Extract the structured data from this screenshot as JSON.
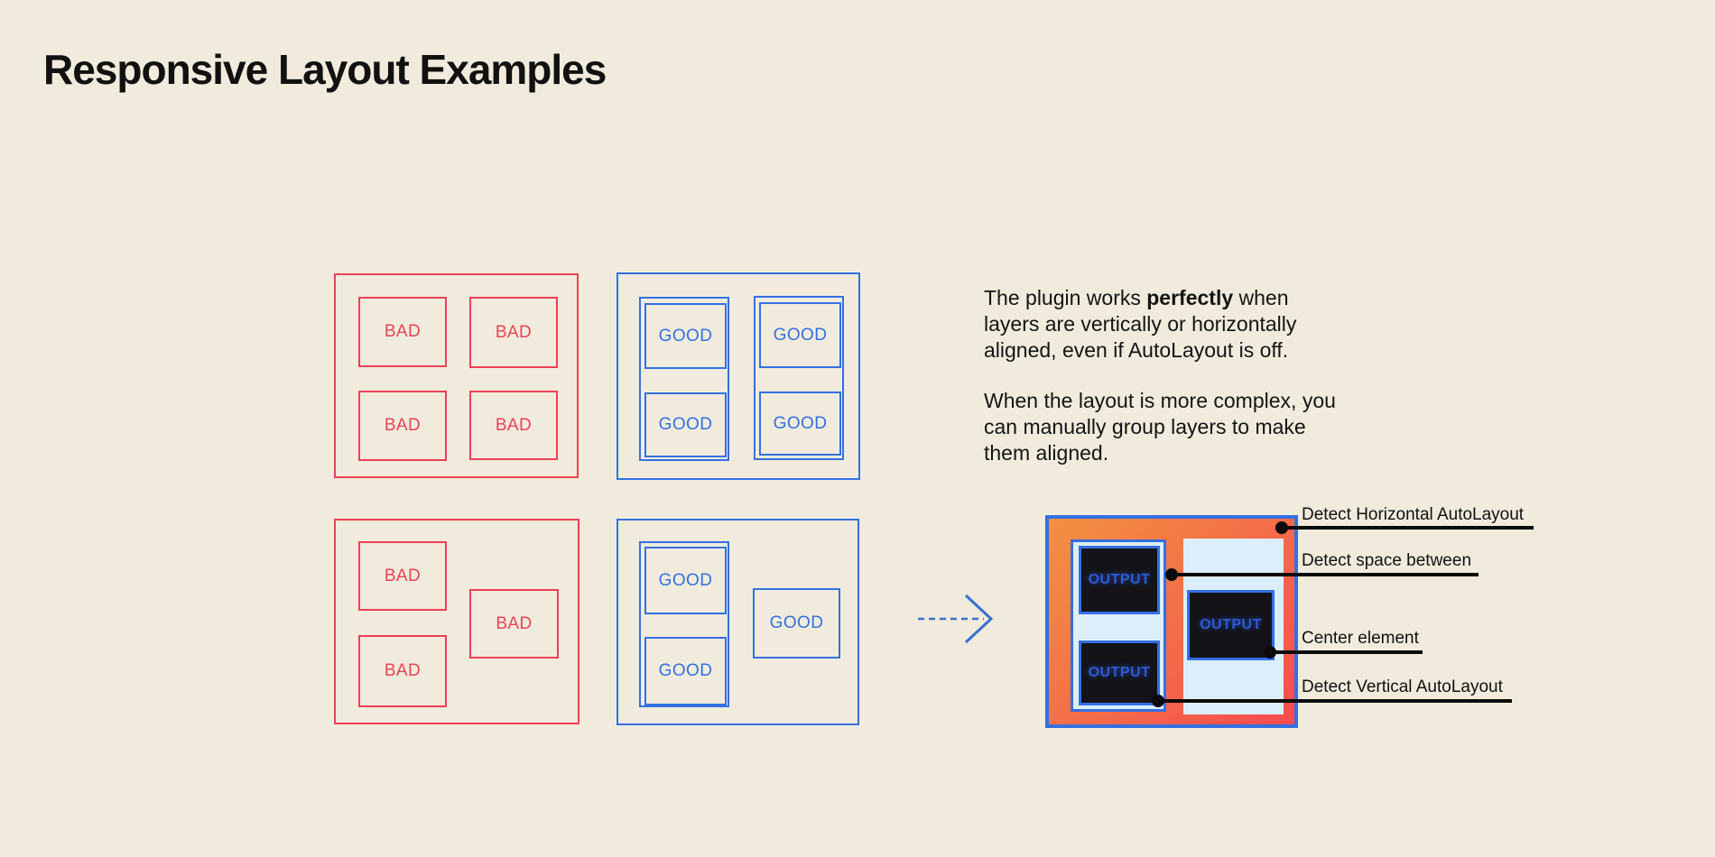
{
  "title": "Responsive Layout Examples",
  "description": {
    "para1": {
      "line1_prefix": "The plugin works ",
      "line1_bold": "perfectly",
      "line1_suffix": " when",
      "line2": "layers are vertically or horizontally",
      "line3": "aligned, even if AutoLayout is off."
    },
    "para2": {
      "line1": "When the layout is more complex, you",
      "line2": "can manually group layers to make",
      "line3": "them aligned."
    }
  },
  "labels": {
    "bad": "BAD",
    "good": "GOOD",
    "output": "OUTPUT"
  },
  "annotations": [
    {
      "label": "Detect Horizontal AutoLayout"
    },
    {
      "label": "Detect space between"
    },
    {
      "label": "Center element"
    },
    {
      "label": "Detect Vertical AutoLayout"
    }
  ],
  "colors": {
    "background": "#f0ebdc",
    "text": "#111111",
    "bad_red": "#ed4057",
    "good_blue": "#3470e3",
    "output_fill_light": "#ddeefb",
    "output_box_dark": "#141418",
    "output_text_blue": "#2d5ad6",
    "gradient_start": "#f2913f",
    "gradient_end": "#f74b51",
    "annotation_line": "#0b0b0b"
  }
}
